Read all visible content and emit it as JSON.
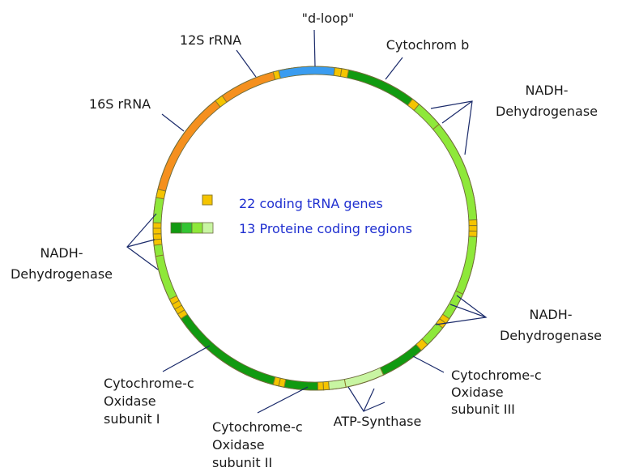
{
  "colors": {
    "trna": "#f5c400",
    "d_loop": "#3a9cf0",
    "rrna": "#f5901e",
    "coding_dark": "#119a11",
    "coding_mid": "#33c533",
    "coding_light": "#8ee83a",
    "coding_pale": "#c8f5a2",
    "leader": "#1a2a6a",
    "legend_text": "#1f2fd0"
  },
  "labels": {
    "d_loop": "\"d-loop\"",
    "cytochrom_b": "Cytochrom b",
    "rrna_12s": "12S rRNA",
    "rrna_16s": "16S rRNA",
    "nadh_right_1": "NADH-",
    "nadh_right_2": "Dehydrogenase",
    "nadh_left_1": "NADH-",
    "nadh_left_2": "Dehydrogenase",
    "nadh_lower_1": "NADH-",
    "nadh_lower_2": "Dehydrogenase",
    "cox1_1": "Cytochrome-c",
    "cox1_2": "Oxidase",
    "cox1_3": "subunit I",
    "cox2_1": "Cytochrome-c",
    "cox2_2": "Oxidase",
    "cox2_3": "subunit II",
    "cox3_1": "Cytochrome-c",
    "cox3_2": "Oxidase",
    "cox3_3": "subunit III",
    "atp": "ATP-Synthase"
  },
  "legend": {
    "trna": "22 coding tRNA genes",
    "protein": "13 Proteine coding regions"
  },
  "ring": [
    {
      "type": "d_loop",
      "from": -13,
      "to": 7
    },
    {
      "type": "trna",
      "from": 7,
      "to": 9.5
    },
    {
      "type": "trna",
      "from": 9.5,
      "to": 12
    },
    {
      "type": "coding_dark",
      "from": 12,
      "to": 37
    },
    {
      "type": "trna",
      "from": 37,
      "to": 40
    },
    {
      "type": "coding_light",
      "from": 40,
      "to": 50
    },
    {
      "type": "coding_light",
      "from": 50,
      "to": 87
    },
    {
      "type": "trna",
      "from": 87,
      "to": 89
    },
    {
      "type": "trna",
      "from": 89,
      "to": 91
    },
    {
      "type": "trna",
      "from": 91,
      "to": 93
    },
    {
      "type": "coding_light",
      "from": 93,
      "to": 114
    },
    {
      "type": "coding_light",
      "from": 114,
      "to": 124
    },
    {
      "type": "trna",
      "from": 124,
      "to": 126
    },
    {
      "type": "trna",
      "from": 126,
      "to": 128
    },
    {
      "type": "coding_light",
      "from": 128,
      "to": 136
    },
    {
      "type": "trna",
      "from": 136,
      "to": 139
    },
    {
      "type": "coding_dark",
      "from": 139,
      "to": 155
    },
    {
      "type": "coding_pale",
      "from": 155,
      "to": 169
    },
    {
      "type": "coding_pale",
      "from": 169,
      "to": 175
    },
    {
      "type": "trna",
      "from": 175,
      "to": 177
    },
    {
      "type": "trna",
      "from": 177,
      "to": 179
    },
    {
      "type": "coding_dark",
      "from": 179,
      "to": 191
    },
    {
      "type": "trna",
      "from": 191,
      "to": 193
    },
    {
      "type": "trna",
      "from": 193,
      "to": 195
    },
    {
      "type": "coding_dark",
      "from": 195,
      "to": 236
    },
    {
      "type": "trna",
      "from": 236,
      "to": 238
    },
    {
      "type": "trna",
      "from": 238,
      "to": 240
    },
    {
      "type": "trna",
      "from": 240,
      "to": 242
    },
    {
      "type": "trna",
      "from": 242,
      "to": 244
    },
    {
      "type": "coding_light",
      "from": 244,
      "to": 260
    },
    {
      "type": "coding_light",
      "from": 260,
      "to": 264
    },
    {
      "type": "trna",
      "from": 264,
      "to": 266
    },
    {
      "type": "trna",
      "from": 266,
      "to": 268
    },
    {
      "type": "trna",
      "from": 268,
      "to": 270
    },
    {
      "type": "trna",
      "from": 270,
      "to": 272
    },
    {
      "type": "coding_light",
      "from": 272,
      "to": 281
    },
    {
      "type": "trna",
      "from": 281,
      "to": 284
    },
    {
      "type": "rrna",
      "from": 284,
      "to": 322
    },
    {
      "type": "trna",
      "from": 322,
      "to": 325
    },
    {
      "type": "rrna",
      "from": 325,
      "to": 345
    },
    {
      "type": "trna",
      "from": 345,
      "to": 347
    }
  ]
}
